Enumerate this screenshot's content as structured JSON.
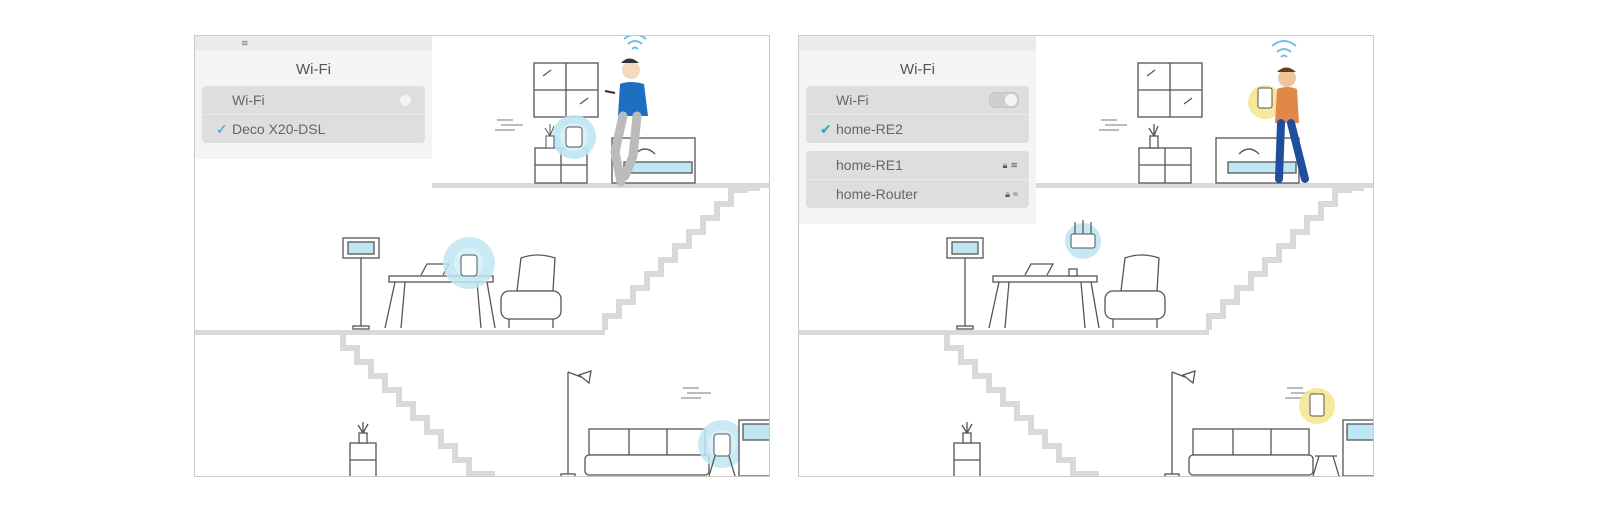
{
  "left": {
    "title": "Wi-Fi",
    "wifi_row": "Wi-Fi",
    "networks": [
      {
        "name": "Deco X20-DSL",
        "checked": true
      }
    ],
    "accent": "#1ea6d6"
  },
  "right": {
    "title": "Wi-Fi",
    "wifi_row": "Wi-Fi",
    "connected": {
      "name": "home-RE2",
      "checked": true
    },
    "others": [
      {
        "name": "home-RE1"
      },
      {
        "name": "home-Router"
      }
    ],
    "accent": "#1ea6d6",
    "extender_glow": "#f7e48a"
  },
  "icons": {
    "lock": "lock-icon",
    "wifi": "wifi-icon",
    "check": "checkmark-icon"
  }
}
